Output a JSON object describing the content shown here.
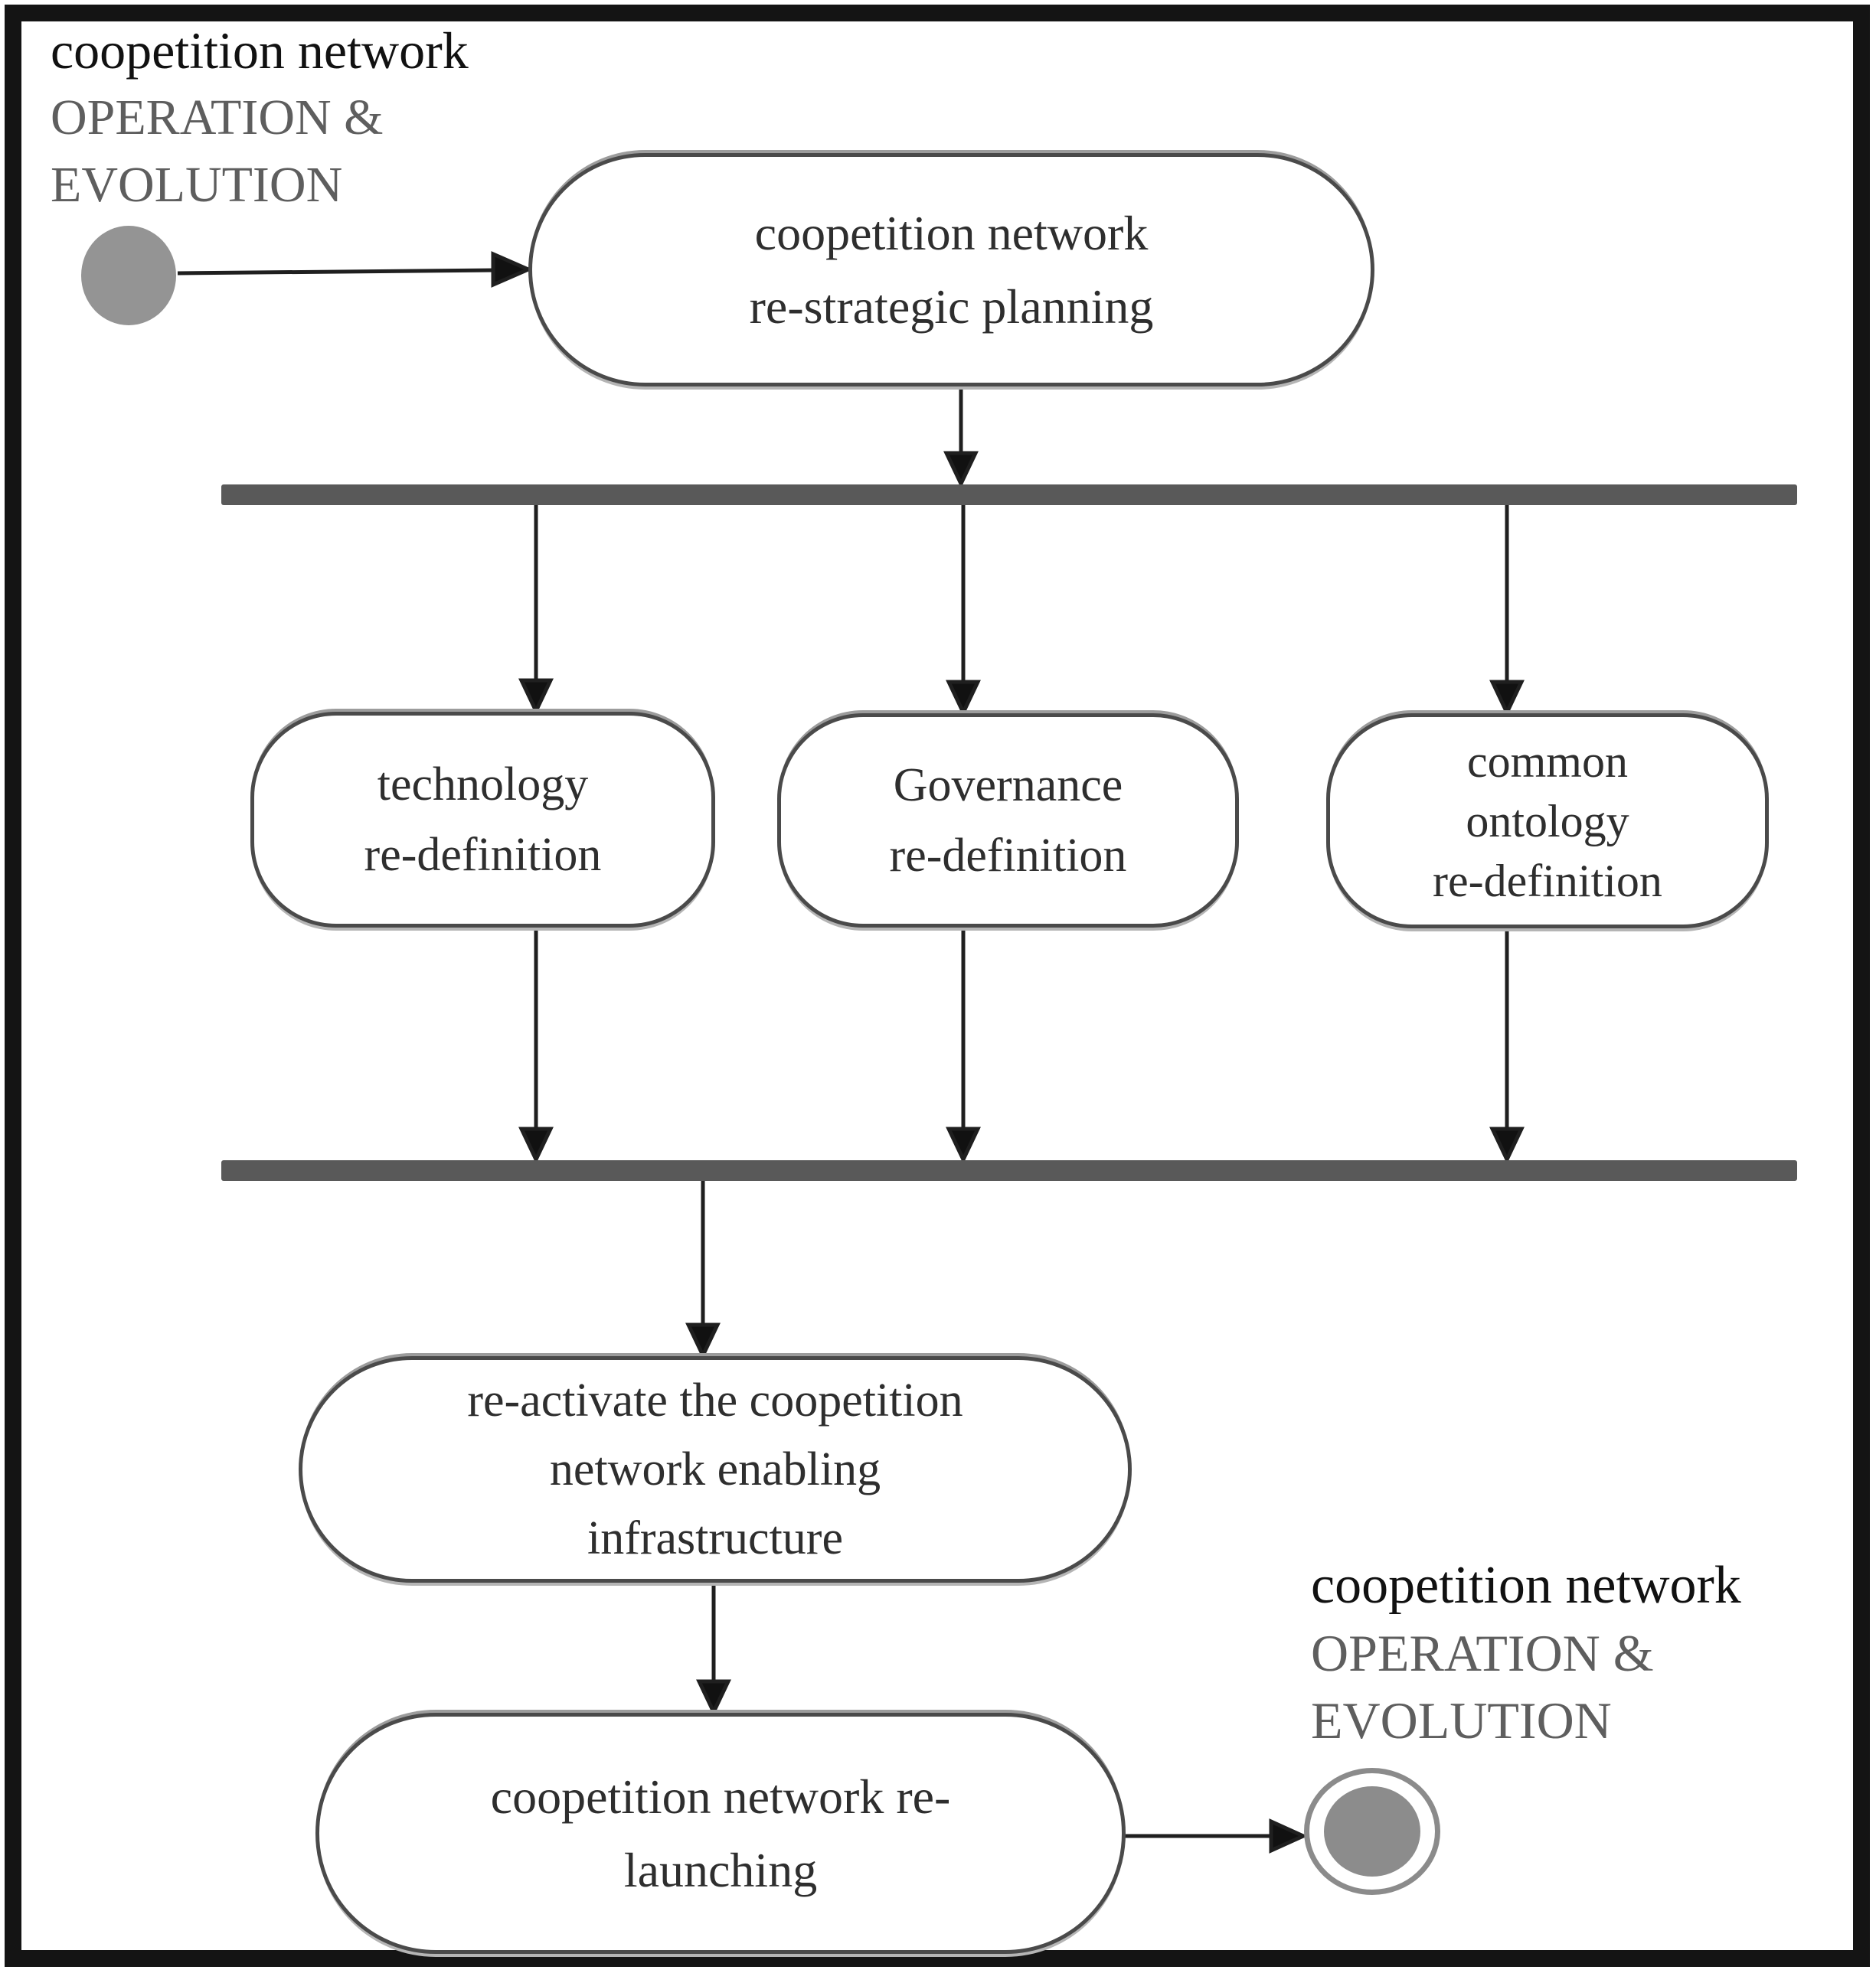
{
  "diagram": {
    "start_caption": {
      "line1": "coopetition network",
      "line2": "OPERATION &",
      "line3": "EVOLUTION"
    },
    "end_caption": {
      "line1": "coopetition network",
      "line2": "OPERATION &",
      "line3": "EVOLUTION"
    },
    "nodes": {
      "planning": {
        "lines": [
          "coopetition network",
          "re-strategic planning"
        ]
      },
      "technology": {
        "lines": [
          "technology",
          "re-definition"
        ]
      },
      "governance": {
        "lines": [
          "Governance",
          "re-definition"
        ]
      },
      "ontology": {
        "lines": [
          "common",
          "ontology",
          "re-definition"
        ]
      },
      "reactivate": {
        "lines": [
          "re-activate the coopetition",
          "network enabling",
          "infrastructure"
        ]
      },
      "relaunch": {
        "lines": [
          "coopetition network re-",
          "launching"
        ]
      }
    },
    "colors": {
      "sync_bar": "#595959",
      "node_border": "#4a4a4a",
      "node_text": "#2e2e2e",
      "caption_black": "#111111",
      "caption_gray": "#5e5e5e",
      "state_fill": "#949494",
      "final_ring": "#8b8b8b",
      "connector": "#1f1f1f"
    }
  }
}
